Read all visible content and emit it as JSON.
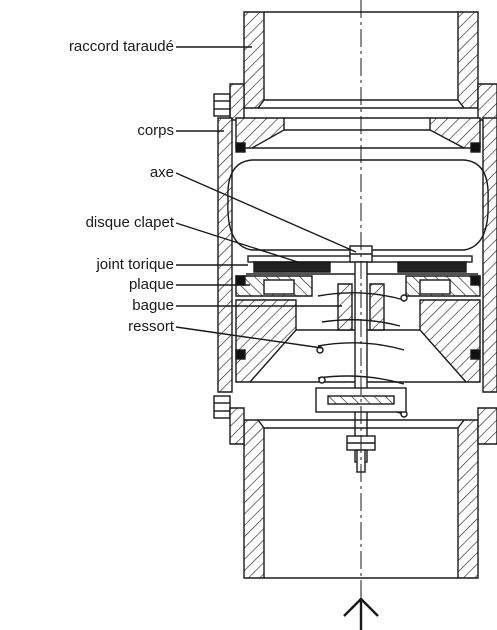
{
  "labels": {
    "threaded_fitting": "raccord taraudé",
    "body": "corps",
    "axis": "axe",
    "valve_disc": "disque clapet",
    "o_ring": "joint torique",
    "plate": "plaque",
    "ring": "bague",
    "spring": "ressort"
  },
  "colors": {
    "stroke": "#1a1a1a",
    "hatch": "#1a1a1a",
    "seal": "#111111",
    "background": "#ffffff"
  },
  "icons": {
    "flow_arrow": "arrow-up-icon"
  }
}
